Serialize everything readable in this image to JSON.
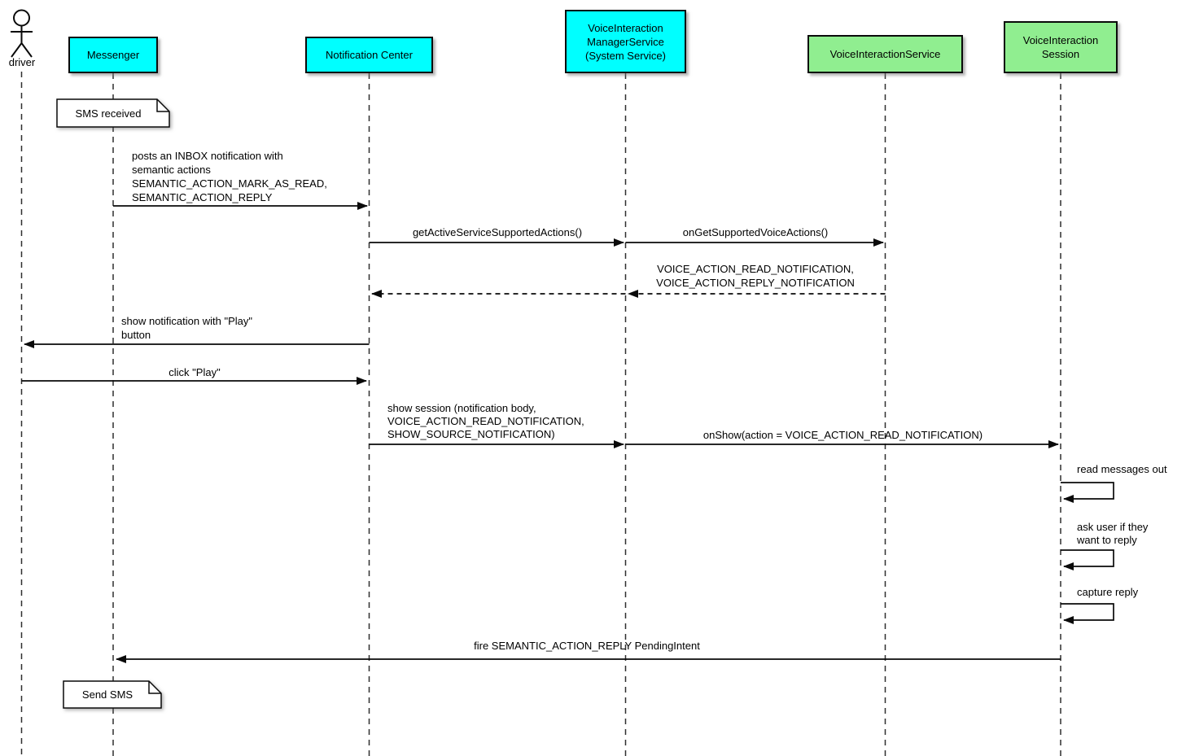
{
  "diagram": {
    "type": "uml-sequence-diagram",
    "colors": {
      "participant_cyan": "#00FFFF",
      "participant_green": "#90EE90",
      "line": "#0a0a0a",
      "background": "#FFFFFF"
    },
    "participants": [
      {
        "id": "driver",
        "kind": "actor",
        "label": "driver"
      },
      {
        "id": "messenger",
        "kind": "box",
        "label": "Messenger",
        "color": "#00FFFF"
      },
      {
        "id": "notification-center",
        "kind": "box",
        "label": "Notification Center",
        "color": "#00FFFF"
      },
      {
        "id": "voice-interaction-manager-service",
        "kind": "box",
        "lines": [
          "VoiceInteraction",
          "ManagerService",
          "(System Service)"
        ],
        "color": "#00FFFF"
      },
      {
        "id": "voice-interaction-service",
        "kind": "box",
        "label": "VoiceInteractionService",
        "color": "#90EE90"
      },
      {
        "id": "voice-interaction-session",
        "kind": "box",
        "lines": [
          "VoiceInteraction",
          "Session"
        ],
        "color": "#90EE90"
      }
    ],
    "notes": [
      {
        "shape": "note",
        "attached_to": "messenger",
        "text": "SMS received"
      },
      {
        "shape": "note",
        "attached_to": "messenger",
        "text": "Send SMS"
      }
    ],
    "messages": [
      {
        "from": "messenger",
        "to": "notification-center",
        "style": "solid",
        "lines": [
          "posts an INBOX notification with",
          "semantic actions",
          "SEMANTIC_ACTION_MARK_AS_READ,",
          "SEMANTIC_ACTION_REPLY"
        ]
      },
      {
        "from": "notification-center",
        "to": "voice-interaction-manager-service",
        "style": "solid",
        "label": "getActiveServiceSupportedActions()"
      },
      {
        "from": "voice-interaction-manager-service",
        "to": "voice-interaction-service",
        "style": "solid",
        "label": "onGetSupportedVoiceActions()"
      },
      {
        "from": "voice-interaction-service",
        "to": "notification-center",
        "style": "dashed-return",
        "lines": [
          "VOICE_ACTION_READ_NOTIFICATION,",
          "VOICE_ACTION_REPLY_NOTIFICATION"
        ]
      },
      {
        "from": "notification-center",
        "to": "driver",
        "style": "solid",
        "lines": [
          "show notification with \"Play\"",
          "button"
        ]
      },
      {
        "from": "driver",
        "to": "notification-center",
        "style": "solid",
        "label": "click \"Play\""
      },
      {
        "from": "notification-center",
        "to": "voice-interaction-manager-service",
        "style": "solid",
        "lines": [
          "show session (notification body,",
          "VOICE_ACTION_READ_NOTIFICATION,",
          "SHOW_SOURCE_NOTIFICATION)"
        ]
      },
      {
        "from": "voice-interaction-manager-service",
        "to": "voice-interaction-session",
        "style": "solid",
        "label": "onShow(action = VOICE_ACTION_READ_NOTIFICATION)"
      },
      {
        "from": "voice-interaction-session",
        "to": "voice-interaction-session",
        "style": "self",
        "label": "read messages out"
      },
      {
        "from": "voice-interaction-session",
        "to": "voice-interaction-session",
        "style": "self",
        "lines": [
          "ask user if they",
          "want to reply"
        ]
      },
      {
        "from": "voice-interaction-session",
        "to": "voice-interaction-session",
        "style": "self",
        "label": "capture reply"
      },
      {
        "from": "voice-interaction-session",
        "to": "messenger",
        "style": "solid",
        "label": "fire SEMANTIC_ACTION_REPLY PendingIntent"
      }
    ]
  }
}
